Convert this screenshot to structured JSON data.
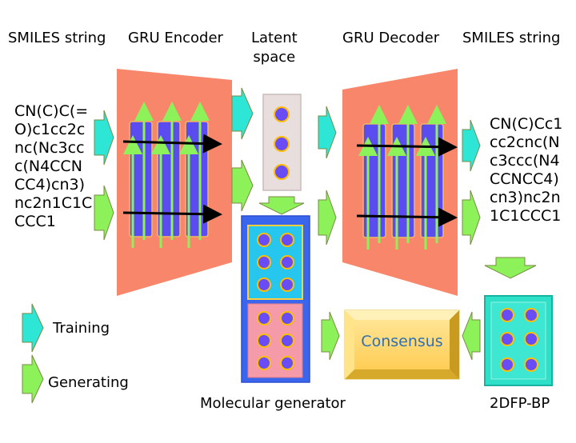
{
  "headings": {
    "smiles_in": "SMILES string",
    "encoder": "GRU Encoder",
    "latent": "Latent\nspace",
    "decoder": "GRU Decoder",
    "smiles_out": "SMILES string"
  },
  "smiles_input": "CN(C)C(=\nO)c1cc2c\nnc(Nc3cc\nc(N4CCN\nCC4)cn3)\nnc2n1C1C\nCCC1",
  "smiles_output": "CN(C)Cc1\ncc2cnc(N\nc3ccc(N4\nCCNCC4)\ncn3)nc2n\n1C1CCC1",
  "legend": {
    "training": "Training",
    "generating": "Generating"
  },
  "labels": {
    "consensus": "Consensus",
    "molecular_generator": "Molecular generator",
    "fp_bp": "2DFP-BP"
  },
  "colors": {
    "trapezoid": "#f7866a",
    "gru_cell": "#5b4cf0",
    "arrow_green": "#8df25a",
    "arrow_cyan": "#2ee6d6",
    "latent_box": "#e8dede",
    "node": "#6a4cf5",
    "node_ring": "#ffbf00",
    "gen_top": "#26c6ef",
    "gen_bottom": "#f59aa8",
    "gen_frame": "#3a66ee",
    "consensus_fill": "#ffd86a",
    "consensus_text": "#2e6fb5",
    "fp_box": "#2fe0c9"
  }
}
